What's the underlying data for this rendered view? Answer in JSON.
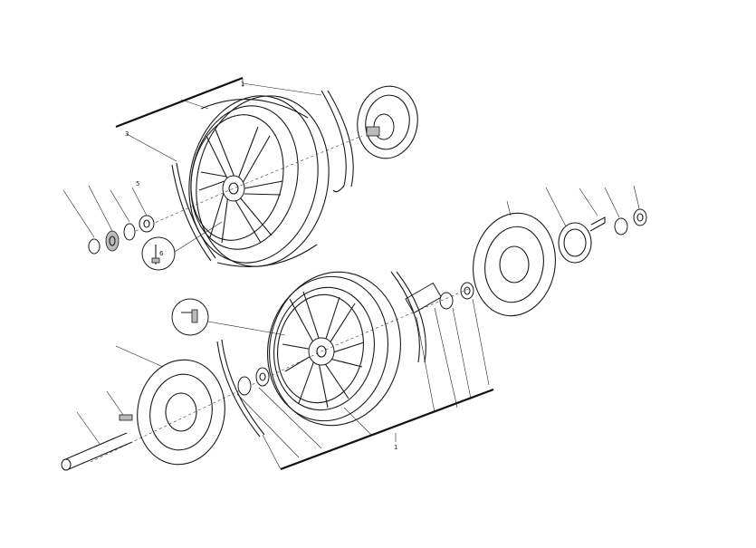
{
  "callouts": {
    "rear_group_ref": "1",
    "rear_rim_strip_ref": "3",
    "rear_spacer_a_ref": "5",
    "valve_detail_ref": "6",
    "front_group_ref": "1"
  }
}
